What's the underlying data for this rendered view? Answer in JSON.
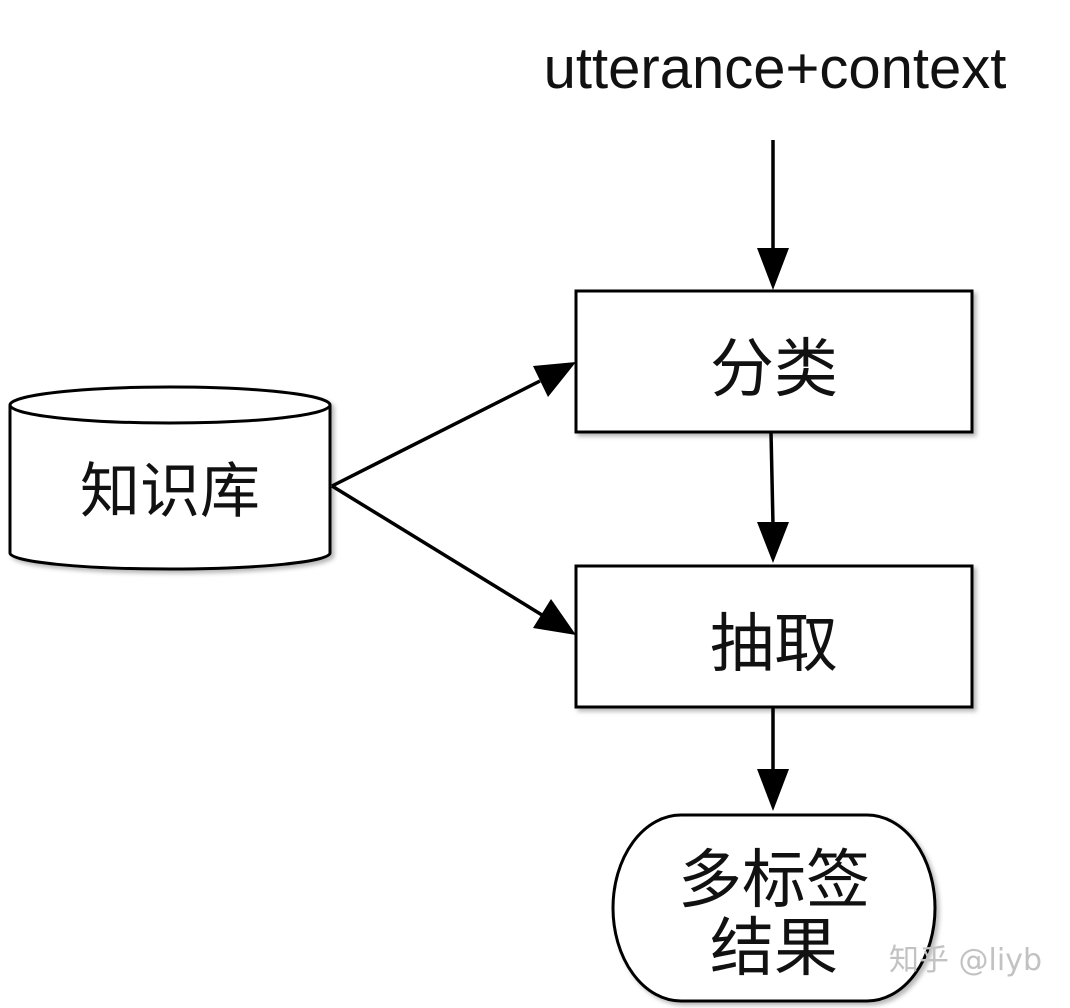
{
  "diagram": {
    "input_label": "utterance+context",
    "nodes": {
      "knowledge_base": "知识库",
      "classify": "分类",
      "extract": "抽取",
      "result_line1": "多标签",
      "result_line2": "结果"
    },
    "edges": [
      {
        "from": "utterance+context",
        "to": "分类"
      },
      {
        "from": "知识库",
        "to": "分类"
      },
      {
        "from": "知识库",
        "to": "抽取"
      },
      {
        "from": "分类",
        "to": "抽取"
      },
      {
        "from": "抽取",
        "to": "多标签结果"
      }
    ]
  },
  "watermark": "知乎 @liyb"
}
